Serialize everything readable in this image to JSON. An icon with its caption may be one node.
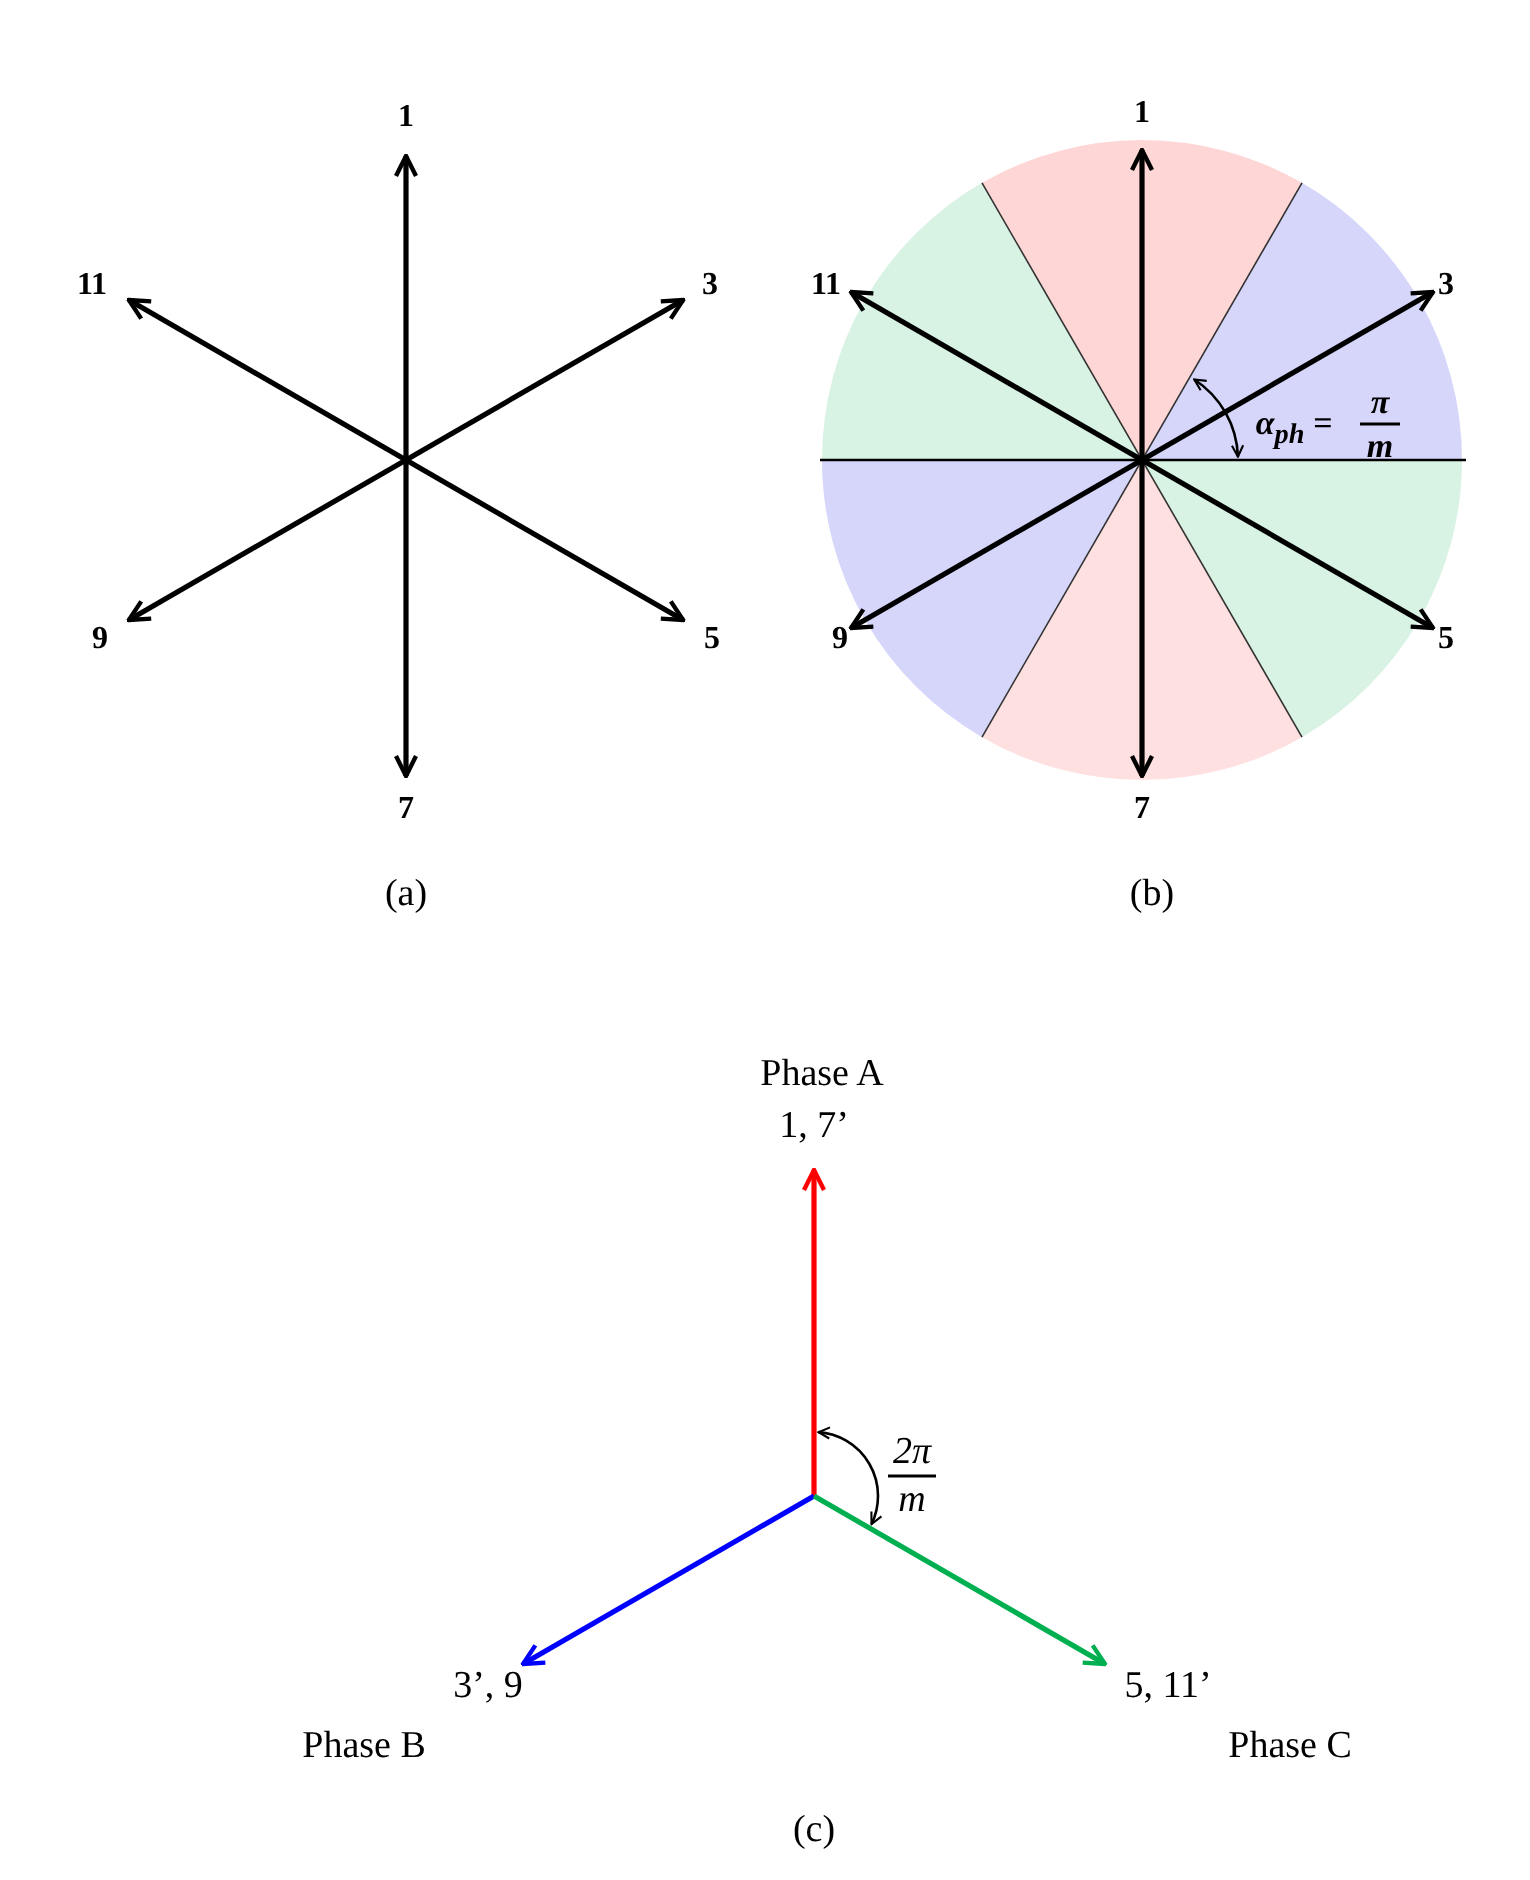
{
  "diagram": {
    "labels": [
      "1",
      "11",
      "3",
      "9",
      "5",
      "7",
      "(a)",
      "1",
      "11",
      "3",
      "α$_{ph}$ =",
      "π",
      "m",
      "9",
      "5",
      "7",
      "(b)",
      "Phase A",
      "1, 7’",
      "2π",
      "m",
      "3’, 9",
      "Phase B",
      "5, 11’",
      "Phase C",
      "(c)"
    ]
  }
}
